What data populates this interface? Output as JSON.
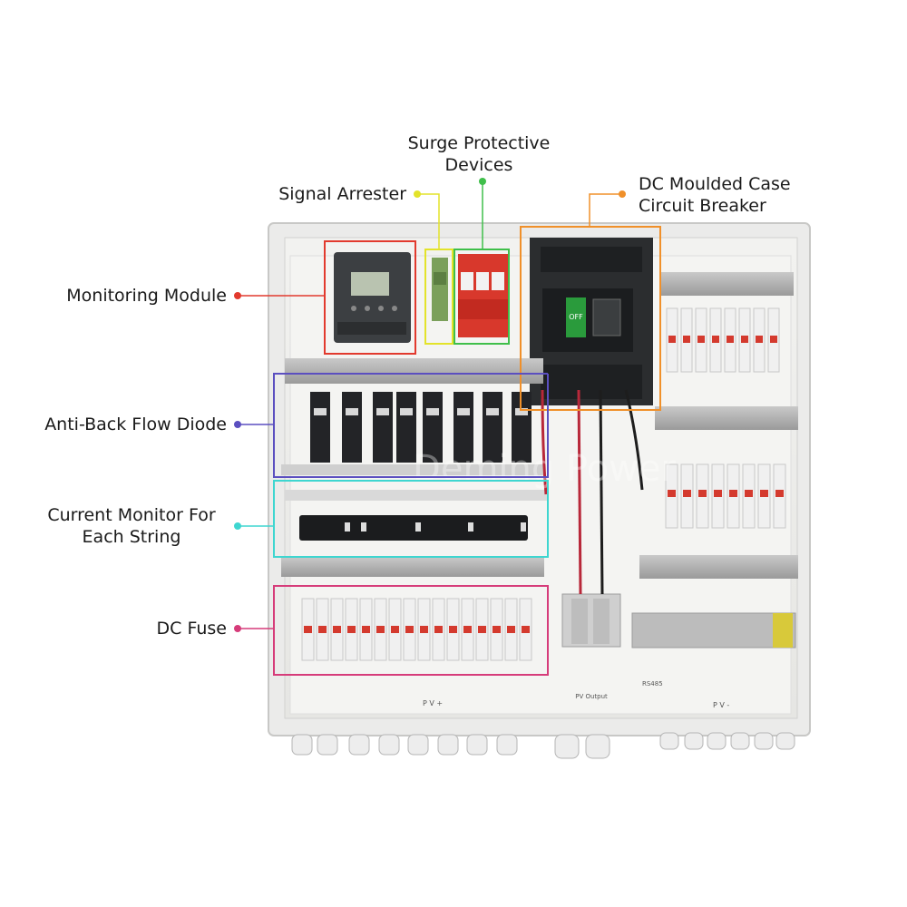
{
  "labels": {
    "surge_line1": "Surge Protective",
    "surge_line2": "Devices",
    "signal_arrester": "Signal Arrester",
    "mccb_line1": "DC Moulded Case",
    "mccb_line2": "Circuit Breaker",
    "monitoring_module": "Monitoring Module",
    "anti_back_flow": "Anti-Back Flow Diode",
    "current_monitor_line1": "Current Monitor For",
    "current_monitor_line2": "Each String",
    "dc_fuse": "DC Fuse"
  },
  "box_text": {
    "pv_plus": "P V +",
    "pv_output": "PV Output",
    "pv_minus": "P V -",
    "rs485": "RS485",
    "watermark": "Deming Power",
    "breaker_off": "OFF"
  },
  "colors": {
    "surge": "#3fbf4a",
    "signal": "#e3e32a",
    "mccb": "#f0902a",
    "monitoring": "#e23a2e",
    "diode": "#5b4fc0",
    "current_monitor": "#3ed6d0",
    "fuse": "#d63c7a"
  }
}
